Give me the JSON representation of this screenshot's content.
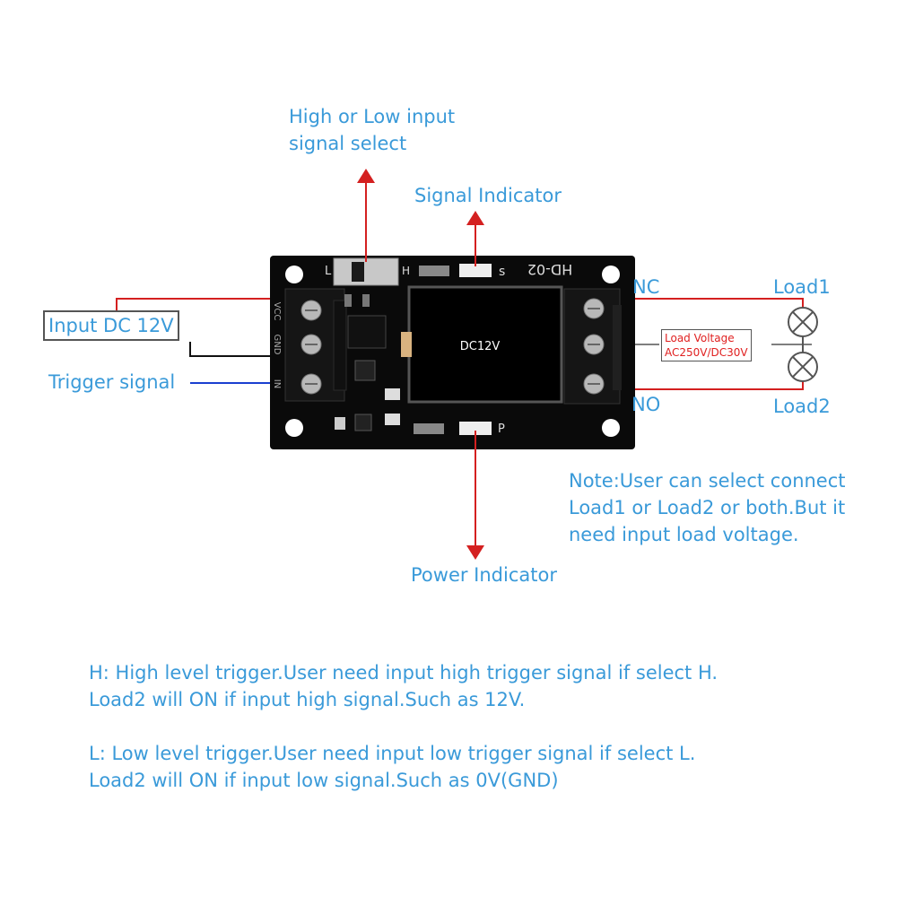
{
  "labels": {
    "switch_select": [
      "High or Low input",
      "signal select"
    ],
    "signal_indicator": "Signal Indicator",
    "power_indicator": "Power Indicator",
    "input_dc": "Input DC 12V",
    "trigger_signal": "Trigger signal",
    "nc": "NC",
    "no": "NO",
    "load1": "Load1",
    "load2": "Load2",
    "load_voltage": [
      "Load Voltage",
      "AC250V/DC30V"
    ]
  },
  "board": {
    "model": "HD-02",
    "silk_s": "s",
    "silk_h": "H",
    "silk_l": "L",
    "silk_p": "P",
    "relay_text": "DC12V",
    "pins": [
      "VCC",
      "GND",
      "IN"
    ]
  },
  "note": [
    "Note:User can select connect",
    "Load1 or Load2 or both.But it",
    "need input load voltage."
  ],
  "descriptions": {
    "h": [
      "H: High level trigger.User need input high trigger signal if select H.",
      "Load2 will ON if input high signal.Such as 12V."
    ],
    "l": [
      "L: Low level trigger.User need input low trigger signal if select L.",
      "Load2 will ON if input low signal.Such as 0V(GND)"
    ]
  },
  "colors": {
    "text": "#3a9ad9",
    "arrow": "#d42020",
    "wire_red": "#d42020",
    "wire_black": "#111111",
    "wire_blue": "#1a3fd0",
    "board": "#0a0a0a"
  }
}
